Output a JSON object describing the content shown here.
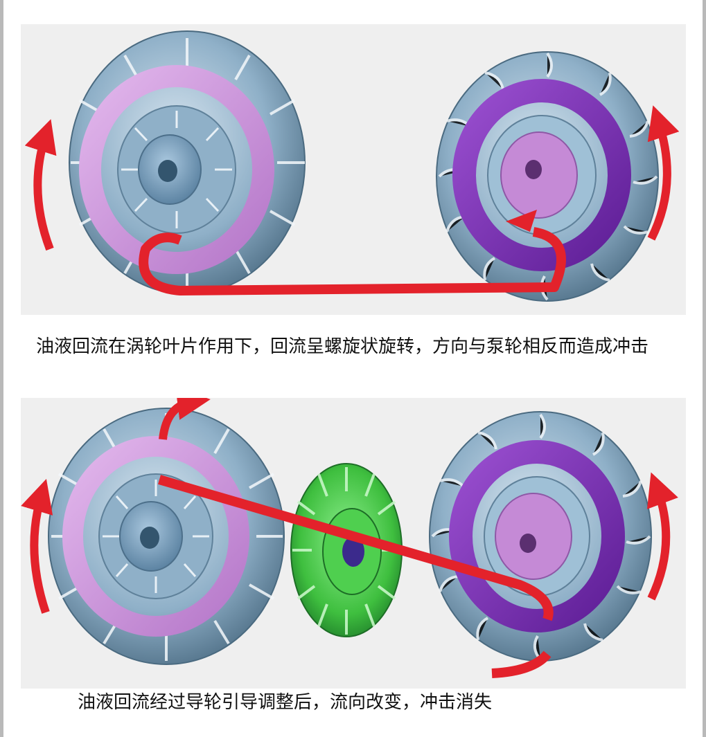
{
  "captions": {
    "top": "油液回流在涡轮叶片作用下，回流呈螺旋状旋转，方向与泵轮相反而造成冲击",
    "bottom": "油液回流经过导轮引导调整后，流向改变，冲击消失"
  },
  "colors": {
    "background": "#efefef",
    "pump_wheel_steel": "#8fb0c8",
    "pump_ring": "#c98fd6",
    "turbine_ring": "#7a2fb0",
    "stator_green": "#3fbf3f",
    "flow_arrow": "#e3222b"
  },
  "components": {
    "pump_wheel": "pump-wheel",
    "turbine_wheel": "turbine-wheel",
    "stator_wheel": "stator-wheel"
  }
}
